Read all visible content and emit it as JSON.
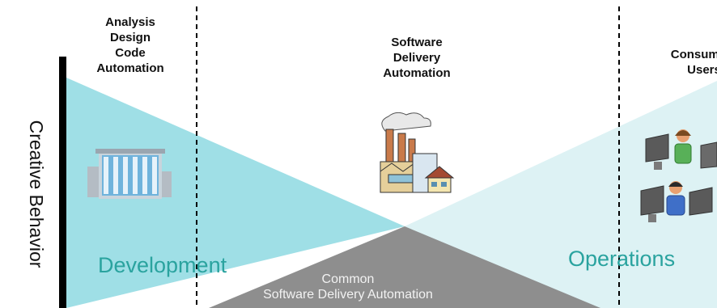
{
  "columns": [
    {
      "lines": [
        "Analysis",
        "Design",
        "Code",
        "Automation"
      ]
    },
    {
      "lines": [
        "Software",
        "Delivery",
        "Automation"
      ]
    },
    {
      "lines": [
        "Consumers",
        "Users"
      ]
    }
  ],
  "y_axis_label": "Creative Behavior",
  "regions": {
    "development": "Development",
    "operations": "Operations",
    "common": [
      "Common",
      "Software Delivery Automation"
    ]
  },
  "colors": {
    "development": "#9fdfe6",
    "operations": "#ddf2f4",
    "common": "#8e8e8e",
    "region_text": "#2aa39f"
  },
  "icons": [
    "office-building-icon",
    "factory-icon",
    "users-at-computers-icon"
  ]
}
